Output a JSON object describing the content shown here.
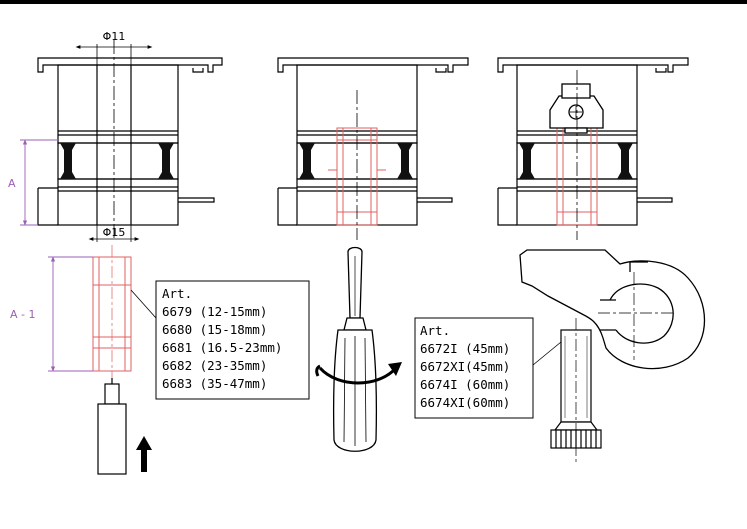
{
  "colors": {
    "line": "#000000",
    "pin_red": "#e06060",
    "dimension_violet": "#9a5fb4"
  },
  "dimensions": {
    "diameter_top": "Φ11",
    "diameter_bottom": "Φ15",
    "height_a": "A",
    "height_a_minus_1": "A - 1"
  },
  "bushing_table": {
    "header": "Art.",
    "rows": [
      "6679 (12-15mm)",
      "6680 (15-18mm)",
      "6681 (16.5-23mm)",
      "6682 (23-35mm)",
      "6683 (35-47mm)"
    ]
  },
  "screw_table": {
    "header": "Art.",
    "rows": [
      "6672I (45mm)",
      "6672XI(45mm)",
      "6674I (60mm)",
      "6674XI(60mm)"
    ]
  },
  "icons": {
    "screwdriver": "screwdriver-icon",
    "rotate_arrow": "rotate-arrow-icon",
    "up_arrow": "up-arrow-icon"
  }
}
